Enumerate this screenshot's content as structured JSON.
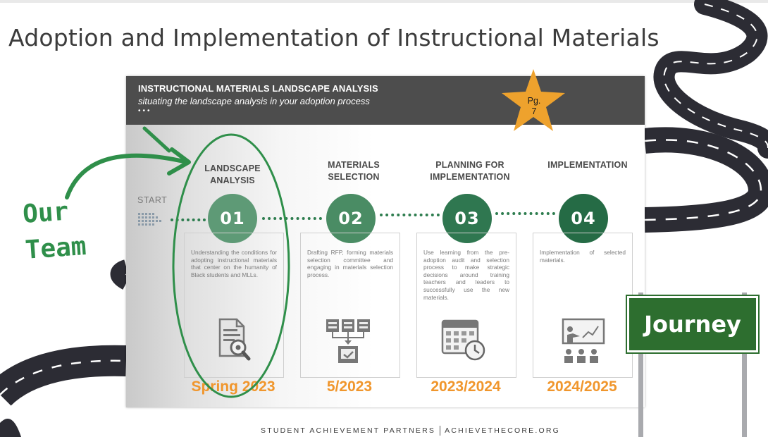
{
  "slide_title": "Adoption and Implementation of Instructional Materials",
  "panel": {
    "title": "INSTRUCTIONAL MATERIALS LANDSCAPE ANALYSIS",
    "subtitle": "situating the landscape analysis in your adoption process",
    "dots": "•••",
    "start_label": "START"
  },
  "page_ref": {
    "line1": "Pg.",
    "line2": "7",
    "color": "#eea22d"
  },
  "annotation": {
    "line1": "Our",
    "line2": "Team",
    "color": "#2f8f4a"
  },
  "steps": [
    {
      "number": "01",
      "label_line1": "LANDSCAPE",
      "label_line2": "ANALYSIS",
      "description": "Understanding the conditions for adopting instructional materials that center on the humanity of Black students and MLLs.",
      "icon": "document-magnifier-icon",
      "date": "Spring 2023",
      "color": "#5e9a76"
    },
    {
      "number": "02",
      "label_line1": "MATERIALS",
      "label_line2": "SELECTION",
      "description": "Drafting RFP, forming materials selection committee and engaging in materials selection process.",
      "icon": "selection-flow-icon",
      "date": "5/2023",
      "color": "#4a8c64"
    },
    {
      "number": "03",
      "label_line1": "PLANNING FOR",
      "label_line2": "IMPLEMENTATION",
      "description": "Use learning from the pre-adoption audit and selection process to make strategic decisions around training teachers and leaders to successfully use the new materials.",
      "icon": "calendar-clock-icon",
      "date": "2023/2024",
      "color": "#2f7750"
    },
    {
      "number": "04",
      "label_line1": "IMPLEMENTATION",
      "label_line2": "",
      "description": "Implementation of selected materials.",
      "icon": "presentation-icon",
      "date": "2024/2025",
      "color": "#256b45"
    }
  ],
  "sign": {
    "text": "Journey",
    "color": "#2d6e2f"
  },
  "footer": {
    "left": "STUDENT ACHIEVEMENT PARTNERS",
    "right": "ACHIEVETHECORE.ORG"
  }
}
